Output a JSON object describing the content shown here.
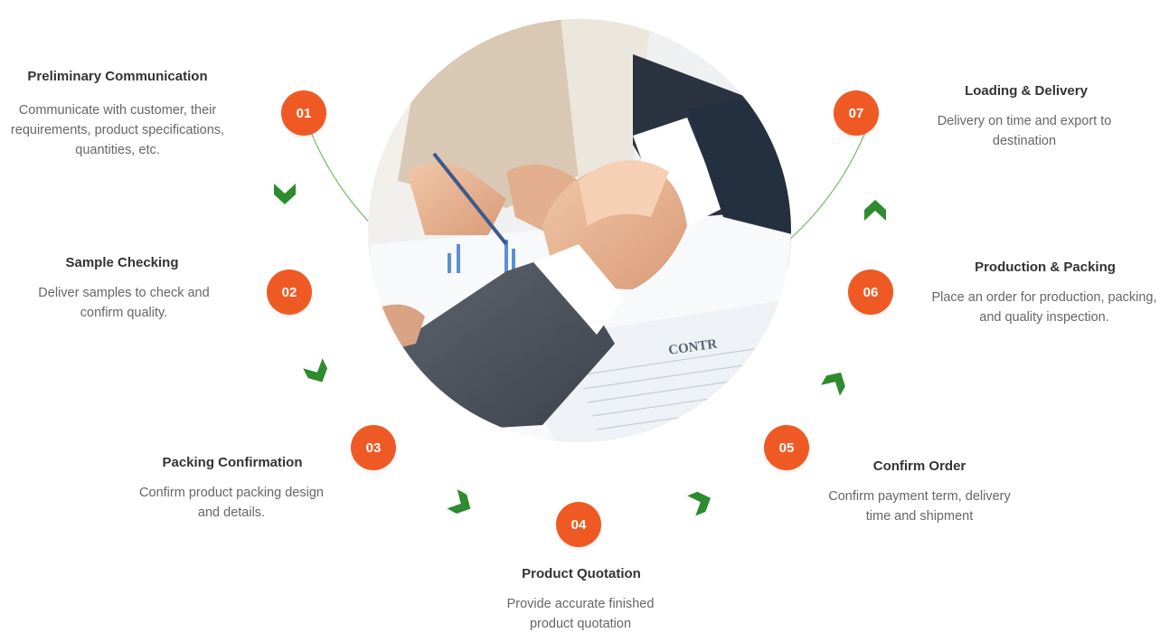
{
  "colors": {
    "accent": "#ef5a24",
    "arrow": "#2e8b2e",
    "line": "#7fbf6a"
  },
  "photo": {
    "contract_text": "CONTR"
  },
  "steps": [
    {
      "number": "01",
      "title": "Preliminary Communication",
      "lines": [
        "Communicate with customer, their",
        "requirements, product specifications,",
        "quantities, etc."
      ]
    },
    {
      "number": "02",
      "title": "Sample Checking",
      "lines": [
        "Deliver samples to check and",
        "confirm quality."
      ]
    },
    {
      "number": "03",
      "title": "Packing Confirmation",
      "lines": [
        "Confirm product packing design",
        "and details."
      ]
    },
    {
      "number": "04",
      "title": "Product Quotation",
      "lines": [
        "Provide accurate finished",
        "product quotation"
      ]
    },
    {
      "number": "05",
      "title": "Confirm Order",
      "lines": [
        "Confirm payment term, delivery",
        "time and shipment"
      ]
    },
    {
      "number": "06",
      "title": "Production & Packing",
      "lines": [
        "Place an order for production, packing,",
        "and quality inspection."
      ]
    },
    {
      "number": "07",
      "title": "Loading & Delivery",
      "lines": [
        "Delivery on time and export to",
        "destination"
      ]
    }
  ]
}
